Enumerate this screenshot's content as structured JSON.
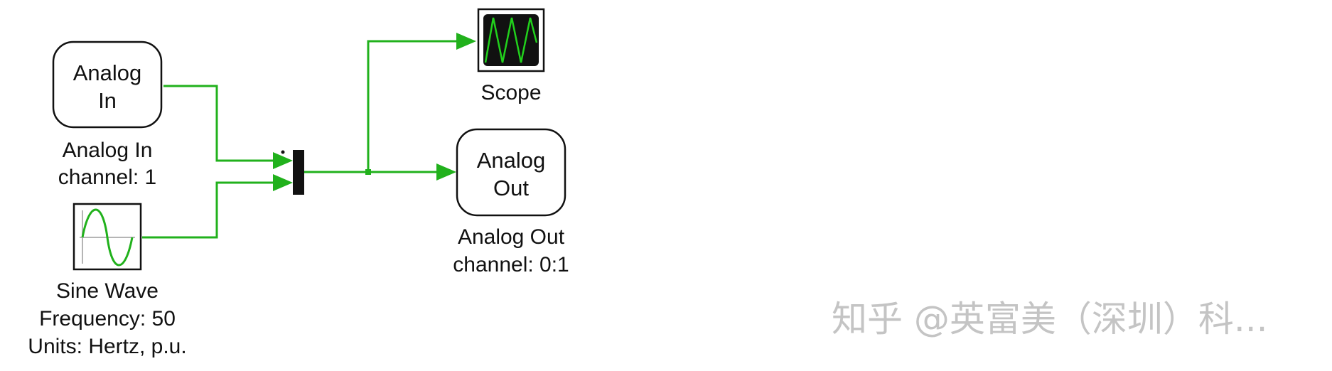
{
  "diagram": {
    "colors": {
      "wire": "#21b11c",
      "block_border": "#111111",
      "mux_fill": "#111111",
      "scope_screen": "#111111",
      "watermark": "#c4c4c4"
    },
    "blocks": {
      "analog_in": {
        "line1": "Analog",
        "line2": "In",
        "caption1": "Analog In",
        "caption2": "channel: 1"
      },
      "sine_wave": {
        "icon": "sine-wave-icon",
        "caption1": "Sine Wave",
        "caption2": "Frequency: 50",
        "caption3": "Units: Hertz, p.u."
      },
      "mux": {
        "icon": "mux-bar"
      },
      "scope": {
        "icon": "scope-icon",
        "caption": "Scope"
      },
      "analog_out": {
        "line1": "Analog",
        "line2": "Out",
        "caption1": "Analog Out",
        "caption2": "channel: 0:1"
      }
    },
    "watermark": "知乎 @英富美（深圳）科..."
  }
}
